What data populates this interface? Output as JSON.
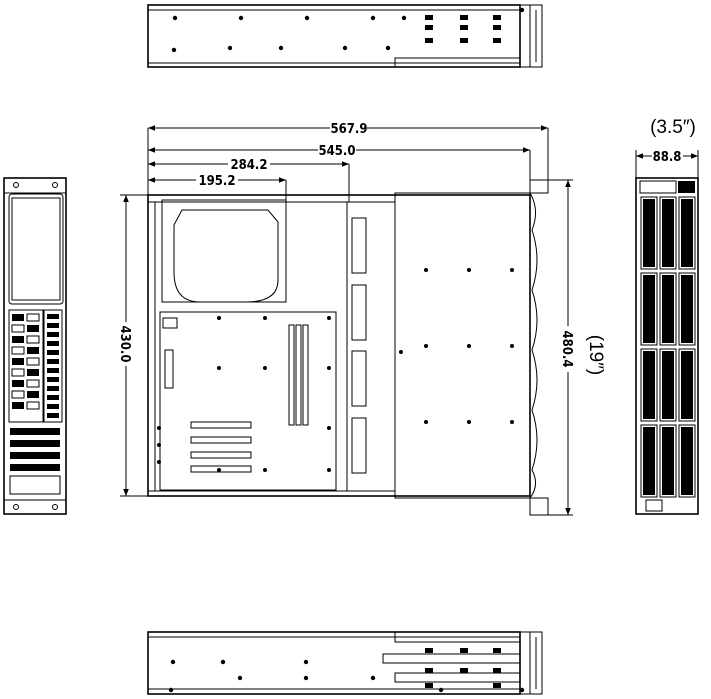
{
  "dimensions": {
    "overall_depth": "567.9",
    "chassis_depth": "545.0",
    "mb_depth": "284.2",
    "psu_depth": "195.2",
    "inner_width": "430.0",
    "overall_width": "480.4",
    "height": "88.8",
    "height_inch": "(3.5″)",
    "width_inch": "(19″)"
  }
}
